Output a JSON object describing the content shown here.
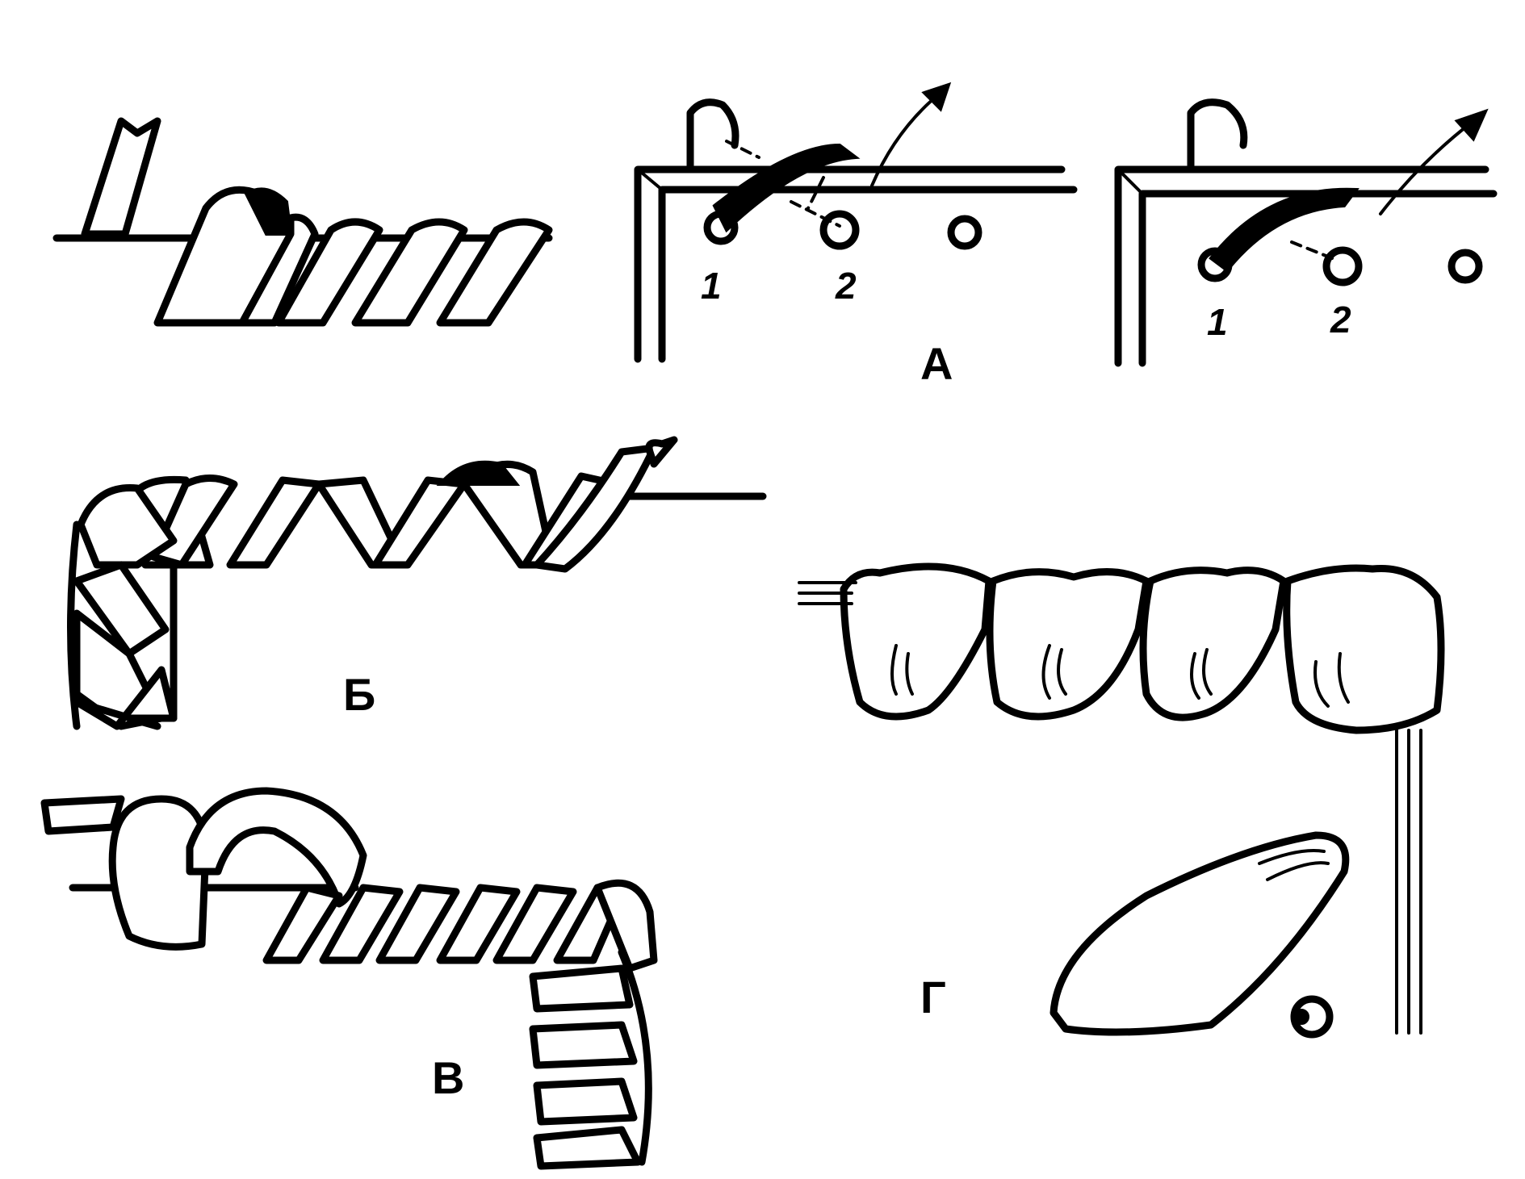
{
  "labels": {
    "a": "А",
    "b": "Б",
    "v": "В",
    "g": "Г"
  },
  "hole_numbers": {
    "left_first": "1",
    "left_second": "2",
    "right_first": "1",
    "right_second": "2"
  },
  "icons": [
    "arrow-icon",
    "hole-icon"
  ]
}
